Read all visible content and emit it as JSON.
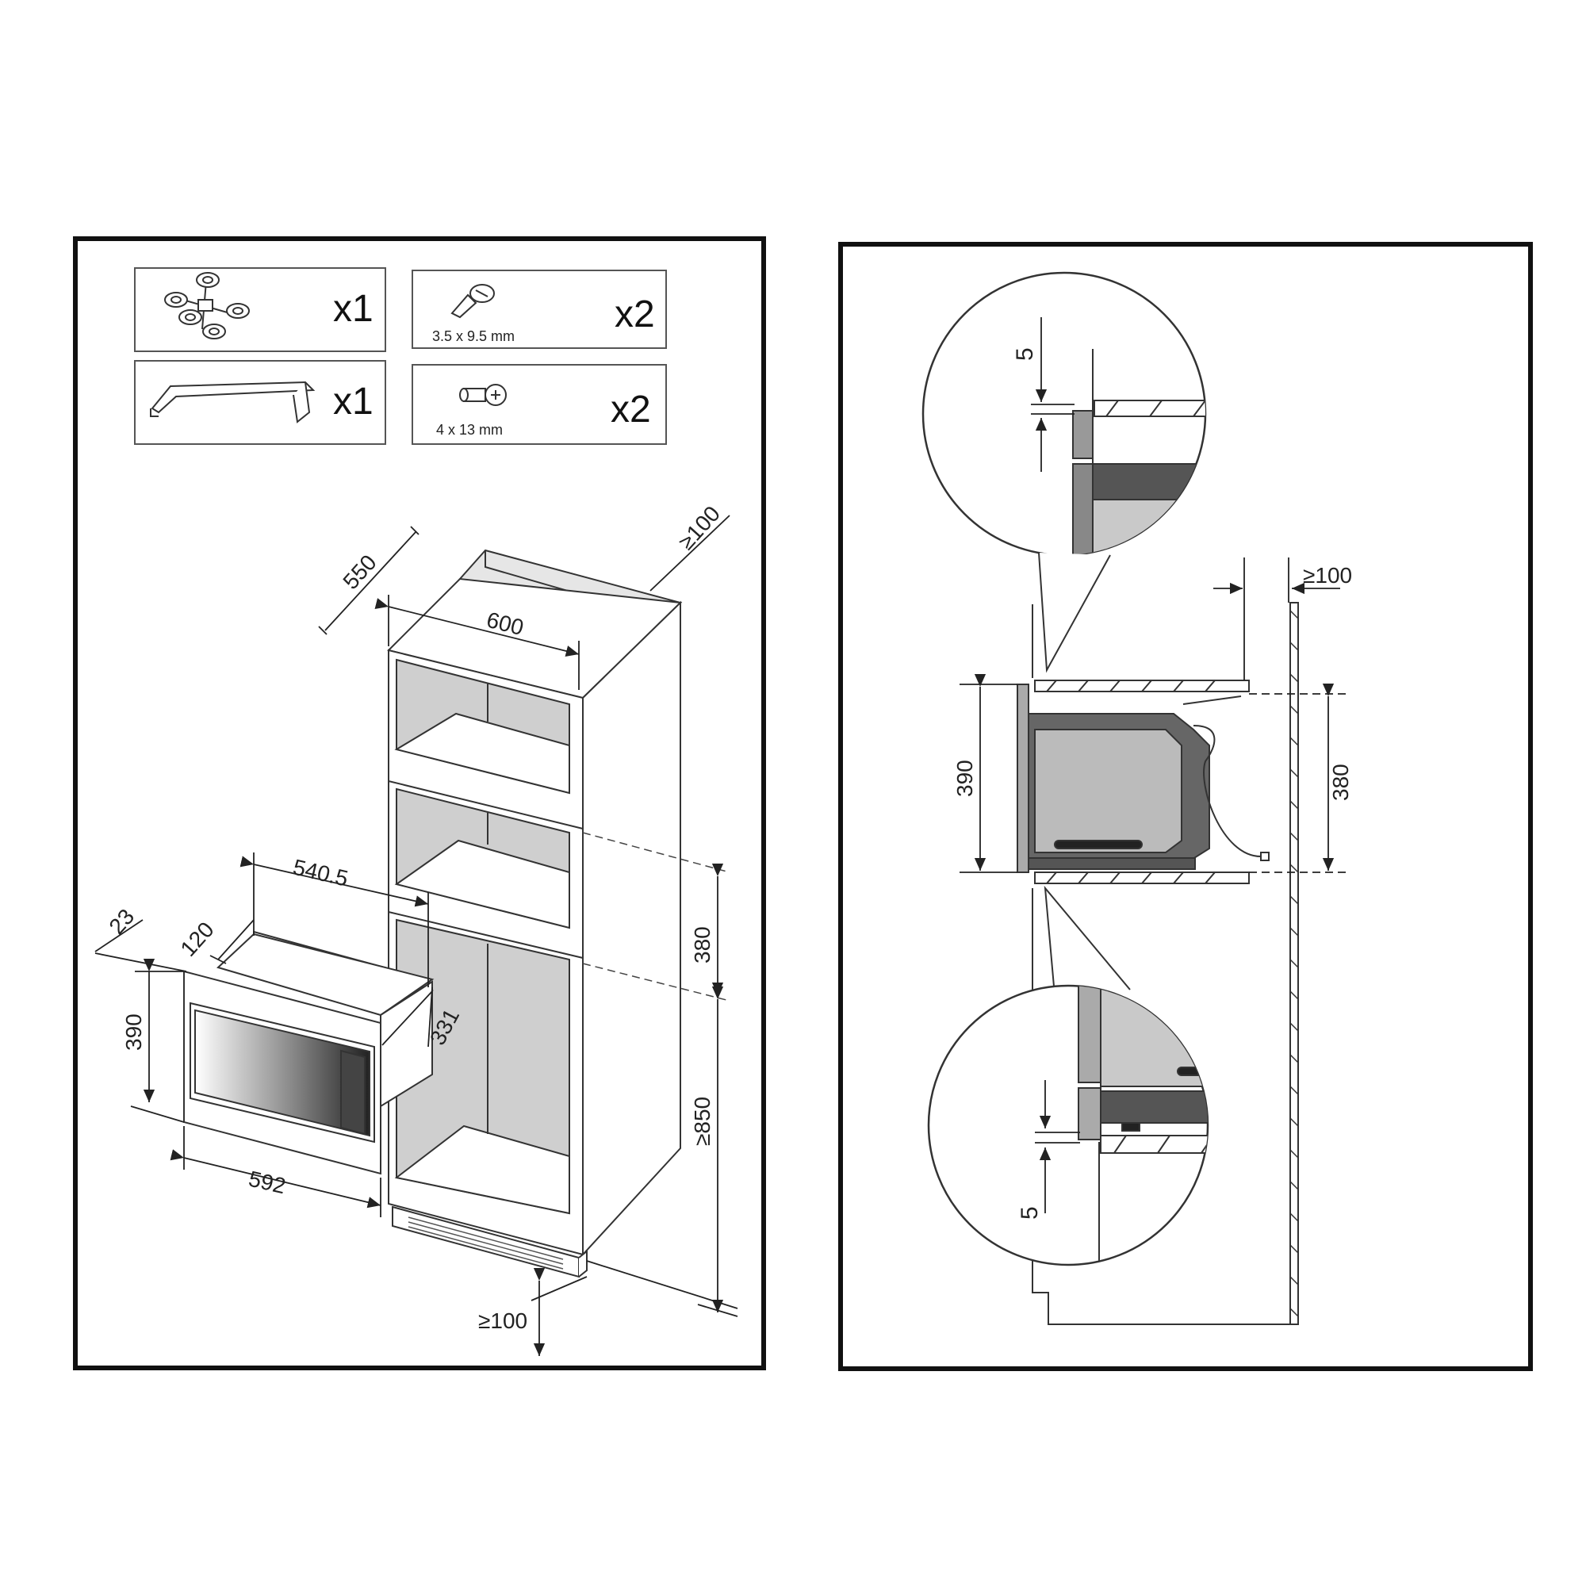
{
  "accessories": [
    {
      "quantity": "x1",
      "size": "",
      "icon": "feet-set-icon"
    },
    {
      "quantity": "x2",
      "size": "3.5 x 9.5 mm",
      "icon": "screw-icon"
    },
    {
      "quantity": "x1",
      "size": "",
      "icon": "trim-bracket-icon"
    },
    {
      "quantity": "x2",
      "size": "4 x 13 mm",
      "icon": "bolt-icon"
    }
  ],
  "left_dims": {
    "cab_depth": "550",
    "cab_width": "600",
    "top_gap": "≥100",
    "niche_height": "380",
    "base_height": "≥850",
    "bottom_gap": "≥100",
    "oven_depth": "540.5",
    "frame": "23",
    "top_depth": "120",
    "oven_height": "390",
    "inner_depth": "331",
    "oven_width": "592"
  },
  "right_dims": {
    "gap_top": "5",
    "gap_bottom": "5",
    "rear_gap": "≥100",
    "appliance_height": "390",
    "niche_height": "380"
  },
  "colors": {
    "frame": "#111111",
    "line": "#222222",
    "fill_light": "#d0d0d0",
    "fill_mid": "#bdbdbd",
    "fill_dark": "#555555"
  }
}
